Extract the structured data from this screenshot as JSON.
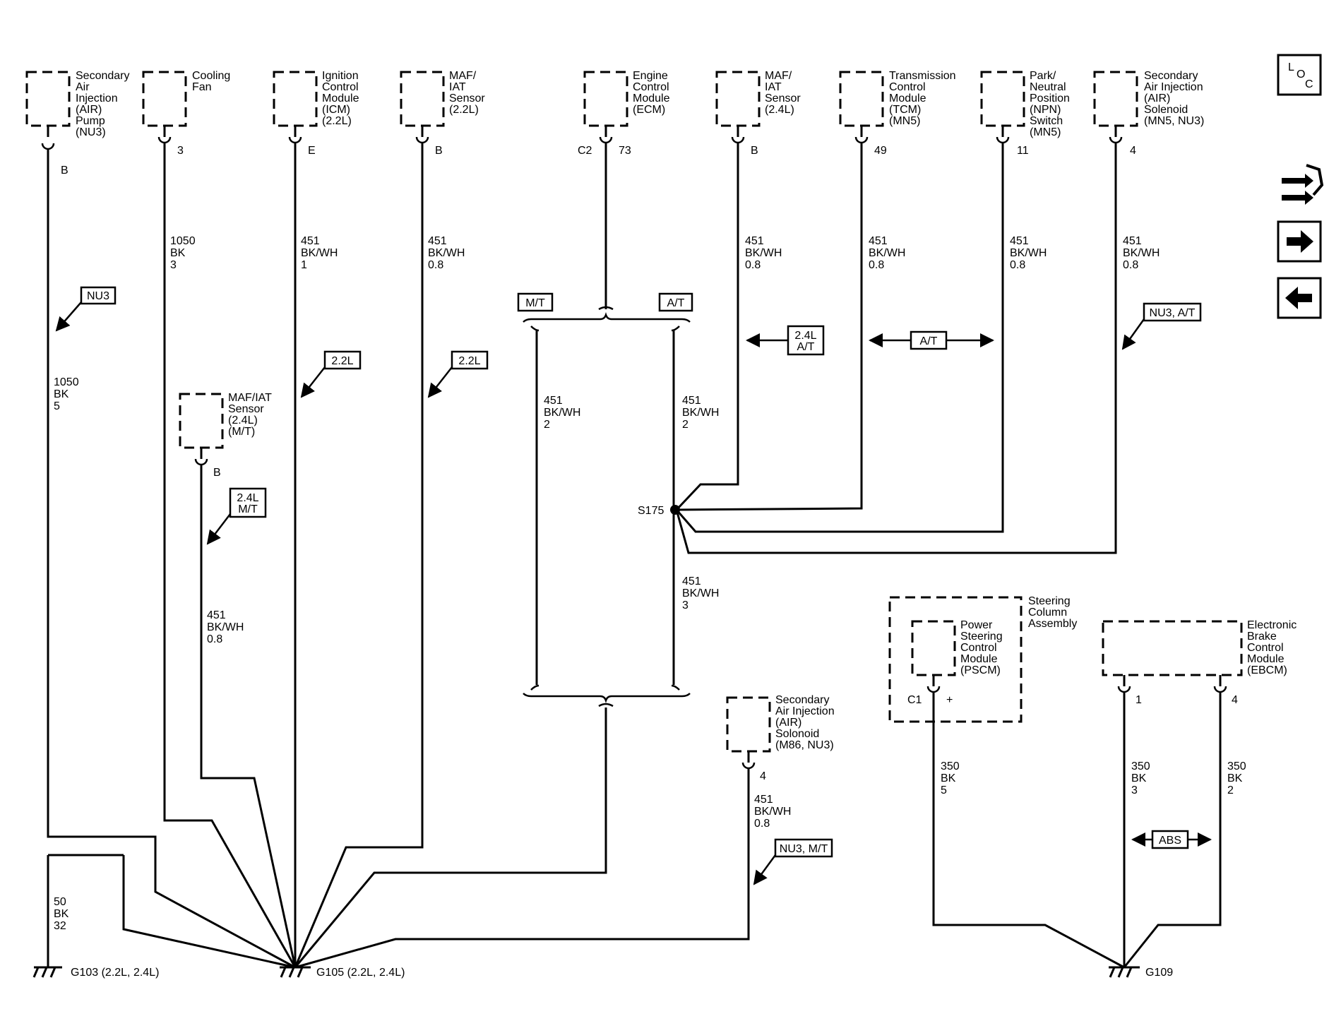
{
  "components": {
    "air_pump": [
      "Secondary",
      "Air",
      "Injection",
      "(AIR)",
      "Pump",
      "(NU3)"
    ],
    "cooling_fan": [
      "Cooling",
      "Fan"
    ],
    "icm": [
      "Ignition",
      "Control",
      "Module",
      "(ICM)",
      "(2.2L)"
    ],
    "maf_22": [
      "MAF/",
      "IAT",
      "Sensor",
      "(2.2L)"
    ],
    "ecm": [
      "Engine",
      "Control",
      "Module",
      "(ECM)"
    ],
    "maf_24": [
      "MAF/",
      "IAT",
      "Sensor",
      "(2.4L)"
    ],
    "tcm": [
      "Transmission",
      "Control",
      "Module",
      "(TCM)",
      "(MN5)"
    ],
    "npn": [
      "Park/",
      "Neutral",
      "Position",
      "(NPN)",
      "Switch",
      "(MN5)"
    ],
    "air_sol_mn5": [
      "Secondary",
      "Air Injection",
      "(AIR)",
      "Solenoid",
      "(MN5, NU3)"
    ],
    "maf_mt": [
      "MAF/IAT",
      "Sensor",
      "(2.4L)",
      "(M/T)"
    ],
    "air_sol_m86": [
      "Secondary",
      "Air Injection",
      "(AIR)",
      "Solonoid",
      "(M86, NU3)"
    ],
    "steering_col": [
      "Steering",
      "Column",
      "Assembly"
    ],
    "pscm": [
      "Power",
      "Steering",
      "Control",
      "Module",
      "(PSCM)"
    ],
    "ebcm": [
      "Electronic",
      "Brake",
      "Control",
      "Module",
      "(EBCM)"
    ]
  },
  "pins": {
    "air_pump": "B",
    "cooling_fan": "3",
    "icm": "E",
    "maf_22": "B",
    "ecm_conn": "C2",
    "ecm": "73",
    "maf_24": "B",
    "tcm": "49",
    "npn": "11",
    "air_sol_mn5": "4",
    "maf_mt": "B",
    "air_sol_m86": "4",
    "pscm_conn": "C1",
    "pscm": "+",
    "ebcm_1": "1",
    "ebcm_4": "4"
  },
  "wires": {
    "air_pump": [
      "1050",
      "BK",
      "5"
    ],
    "cooling_fan": [
      "1050",
      "BK",
      "3"
    ],
    "icm": [
      "451",
      "BK/WH",
      "1"
    ],
    "maf_22": [
      "451",
      "BK/WH",
      "0.8"
    ],
    "mt_branch": [
      "451",
      "BK/WH",
      "2"
    ],
    "at_branch": [
      "451",
      "BK/WH",
      "2"
    ],
    "s175_out": [
      "451",
      "BK/WH",
      "3"
    ],
    "maf_24": [
      "451",
      "BK/WH",
      "0.8"
    ],
    "tcm": [
      "451",
      "BK/WH",
      "0.8"
    ],
    "npn": [
      "451",
      "BK/WH",
      "0.8"
    ],
    "air_sol_mn5": [
      "451",
      "BK/WH",
      "0.8"
    ],
    "maf_mt": [
      "451",
      "BK/WH",
      "0.8"
    ],
    "air_sol_m86": [
      "451",
      "BK/WH",
      "0.8"
    ],
    "g103": [
      "50",
      "BK",
      "32"
    ],
    "pscm": [
      "350",
      "BK",
      "5"
    ],
    "ebcm_1": [
      "350",
      "BK",
      "3"
    ],
    "ebcm_4": [
      "350",
      "BK",
      "2"
    ]
  },
  "option_tags": {
    "nu3": "NU3",
    "icm_22": "2.2L",
    "maf_22": "2.2L",
    "maf_mt_24": [
      "2.4L",
      "M/T"
    ],
    "mt": "M/T",
    "at": "A/T",
    "maf_24_at": [
      "2.4L",
      "A/T"
    ],
    "tcm_at": "A/T",
    "nu3_at": "NU3, A/T",
    "nu3_mt": "NU3, M/T",
    "abs": "ABS"
  },
  "splice": "S175",
  "grounds": {
    "g103": "G103 (2.2L, 2.4L)",
    "g105": "G105 (2.2L, 2.4L)",
    "g109": "G109"
  },
  "nav": {
    "loc_l": "L",
    "loc_o": "O",
    "loc_c": "C",
    "connector_icon": "harness-connector-icon",
    "next_icon": "arrow-right-icon",
    "prev_icon": "arrow-left-icon"
  }
}
